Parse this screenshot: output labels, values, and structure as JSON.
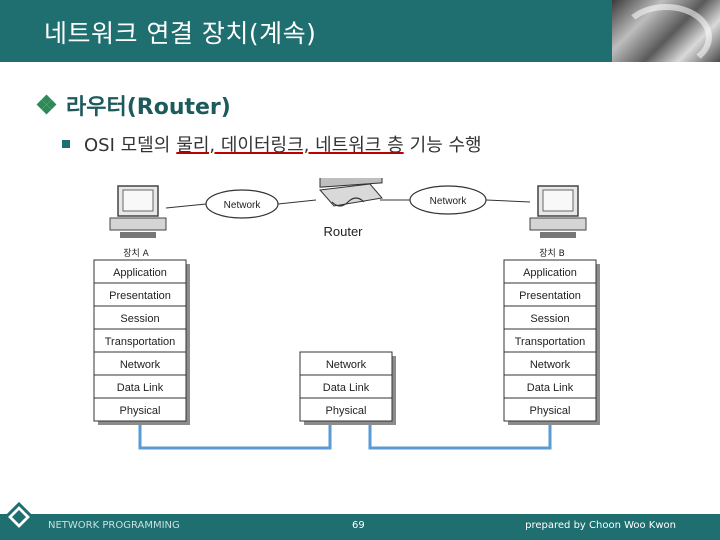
{
  "header": {
    "title": "네트워크 연결 장치(계속)"
  },
  "bullets": {
    "level1": "라우터(Router)",
    "level2_prefix": "OSI 모델의",
    "level2_underlined": "물리, 데이터링크, 네트워크 층",
    "level2_suffix": "기능 수행"
  },
  "diagram": {
    "left_network": "Network",
    "right_network": "Network",
    "router_label": "Router",
    "device_a": "장치 A",
    "device_b": "장치 B",
    "stack_a": [
      "Application",
      "Presentation",
      "Session",
      "Transportation",
      "Network",
      "Data Link",
      "Physical"
    ],
    "stack_router": [
      "Network",
      "Data Link",
      "Physical"
    ],
    "stack_b": [
      "Application",
      "Presentation",
      "Session",
      "Transportation",
      "Network",
      "Data Link",
      "Physical"
    ],
    "path_color": "#5b9bd5"
  },
  "footer": {
    "left": "NETWORK PROGRAMMING",
    "page": "69",
    "right": "prepared by Choon Woo Kwon"
  },
  "colors": {
    "header_bg": "#1f6e70",
    "underline": "#c00000"
  }
}
